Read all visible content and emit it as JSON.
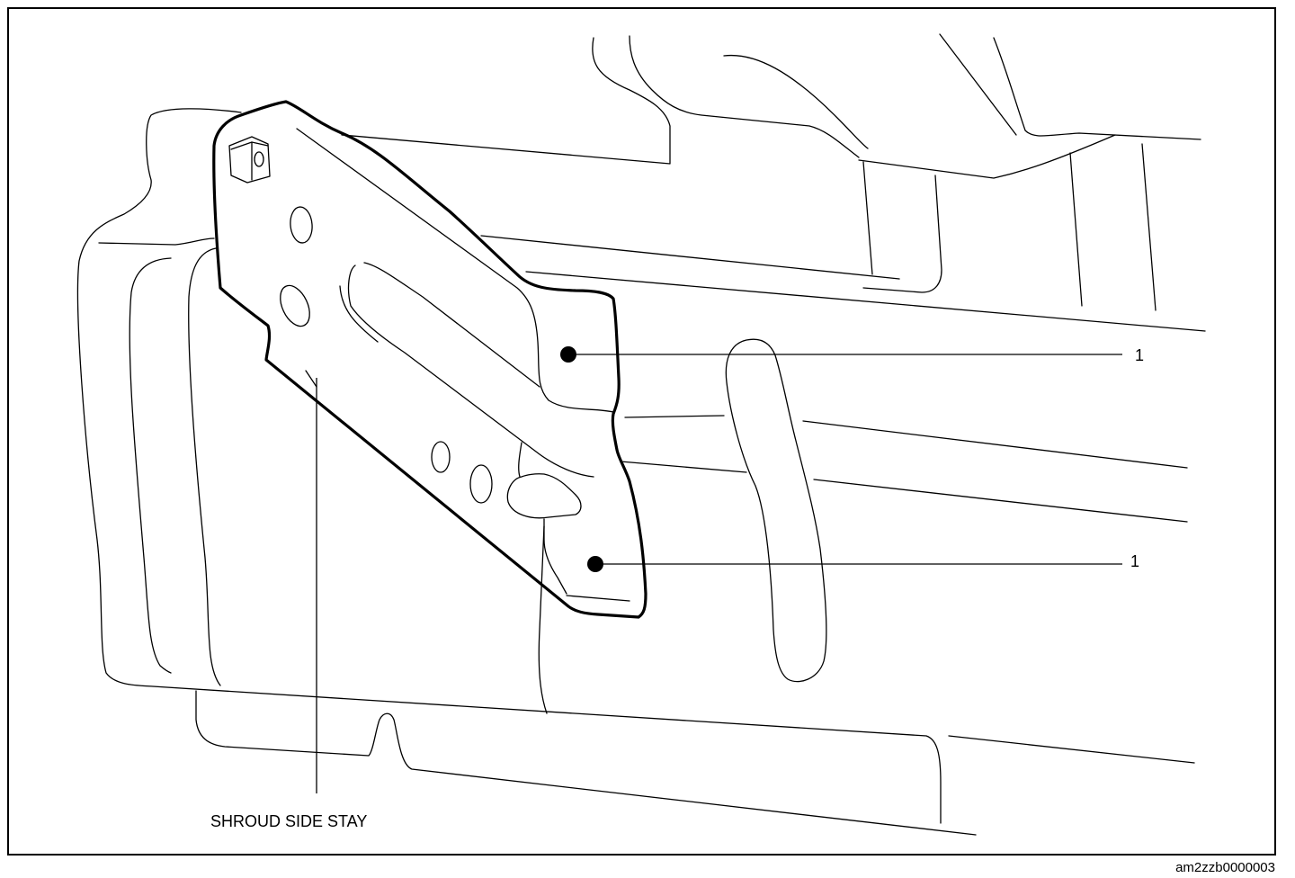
{
  "callouts": {
    "bolt_upper": "1",
    "bolt_lower": "1"
  },
  "part_label": "SHROUD SIDE STAY",
  "figure_id": "am2zzb0000003"
}
